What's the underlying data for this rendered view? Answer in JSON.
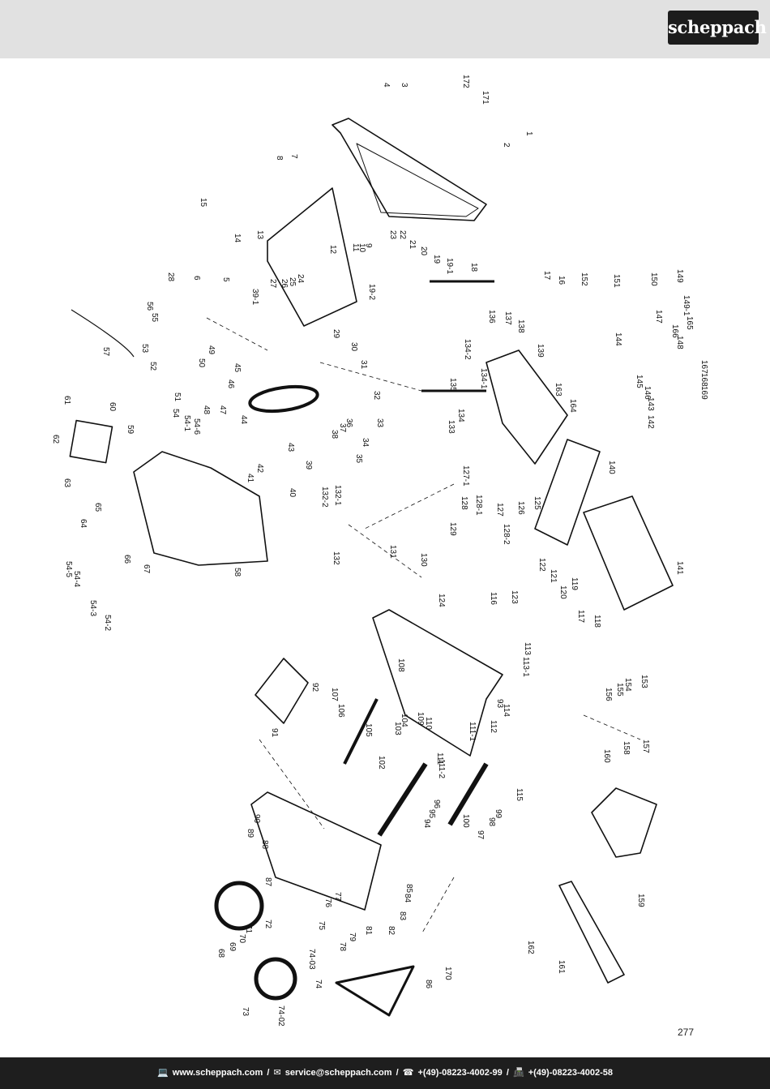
{
  "brand": {
    "logo_text": "scheppach"
  },
  "page_number": "277",
  "footer": {
    "web_icon": "monitor-icon",
    "web": "www.scheppach.com",
    "mail_icon": "envelope-icon",
    "mail": "service@scheppach.com",
    "phone_icon": "phone-icon",
    "phone": "+(49)-08223-4002-99",
    "fax_icon": "fax-icon",
    "fax": "+(49)-08223-4002-58",
    "separator": "/"
  },
  "diagram": {
    "part_labels": [
      "1",
      "2",
      "3",
      "4",
      "5",
      "6",
      "7",
      "8",
      "9",
      "10",
      "11",
      "12",
      "13",
      "14",
      "15",
      "16",
      "17",
      "18",
      "19",
      "19-1",
      "19-2",
      "20",
      "21",
      "22",
      "23",
      "24",
      "25",
      "26",
      "27",
      "28",
      "29",
      "30",
      "31",
      "32",
      "33",
      "34",
      "35",
      "36",
      "37",
      "38",
      "39",
      "39-1",
      "40",
      "41",
      "42",
      "43",
      "44",
      "45",
      "46",
      "47",
      "48",
      "49",
      "50",
      "51",
      "52",
      "53",
      "54",
      "54-1",
      "54-2",
      "54-3",
      "54-4",
      "54-5",
      "54-6",
      "55",
      "56",
      "57",
      "58",
      "59",
      "60",
      "61",
      "62",
      "63",
      "64",
      "65",
      "66",
      "67",
      "68",
      "69",
      "70",
      "71",
      "72",
      "73",
      "74-02",
      "74-03",
      "74",
      "75",
      "76",
      "77",
      "78",
      "79",
      "81",
      "82",
      "83",
      "84",
      "85",
      "86",
      "87",
      "88",
      "89",
      "90",
      "91",
      "92",
      "93",
      "94",
      "95",
      "96",
      "97",
      "98",
      "99",
      "100",
      "102",
      "103",
      "104",
      "105",
      "106",
      "107",
      "108",
      "109",
      "110",
      "111",
      "111-1",
      "111-2",
      "112",
      "113",
      "113-1",
      "114",
      "115",
      "116",
      "117",
      "118",
      "119",
      "120",
      "121",
      "122",
      "123",
      "124",
      "125",
      "126",
      "127",
      "127-1",
      "128",
      "128-1",
      "128-2",
      "129",
      "130",
      "131",
      "132",
      "132-1",
      "132-2",
      "133",
      "134",
      "134-1",
      "134-2",
      "135",
      "136",
      "137",
      "138",
      "139",
      "140",
      "141",
      "142",
      "143",
      "144",
      "145",
      "146",
      "147",
      "148",
      "149",
      "149-1",
      "150",
      "151",
      "152",
      "153",
      "154",
      "155",
      "156",
      "157",
      "158",
      "159",
      "160",
      "161",
      "162",
      "163",
      "164",
      "165",
      "166",
      "167",
      "168",
      "169",
      "170",
      "171",
      "172"
    ]
  }
}
